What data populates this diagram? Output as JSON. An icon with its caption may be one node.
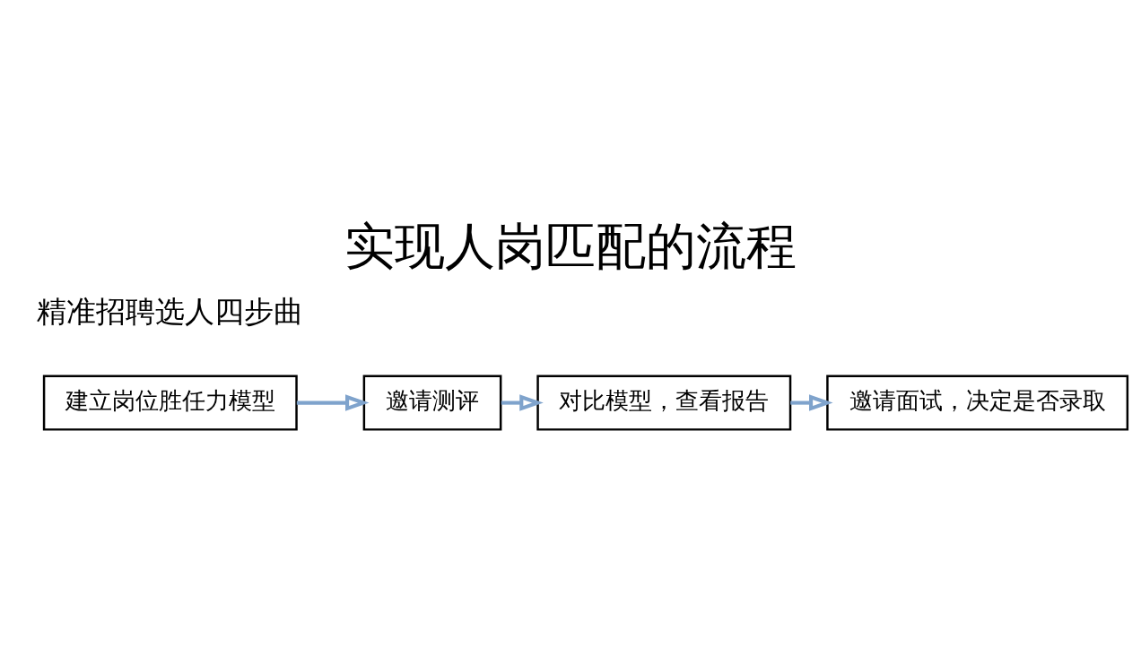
{
  "diagram": {
    "title": "实现人岗匹配的流程",
    "nodes": [
      {
        "text": [
          "建立岗位胜任力模型"
        ]
      },
      {
        "text": [
          "邀请测评"
        ]
      },
      {
        "text": [
          "对比模型，查看报告"
        ]
      },
      {
        "text": [
          "邀请面试，决定是否录取"
        ]
      }
    ],
    "edges": [
      {
        "from": 0,
        "to": 1,
        "arrow": "to"
      },
      {
        "from": 1,
        "to": 2,
        "arrow": "to"
      },
      {
        "from": 2,
        "to": 3,
        "arrow": "to"
      }
    ],
    "labels": [
      "精准招聘选人四步曲"
    ]
  }
}
